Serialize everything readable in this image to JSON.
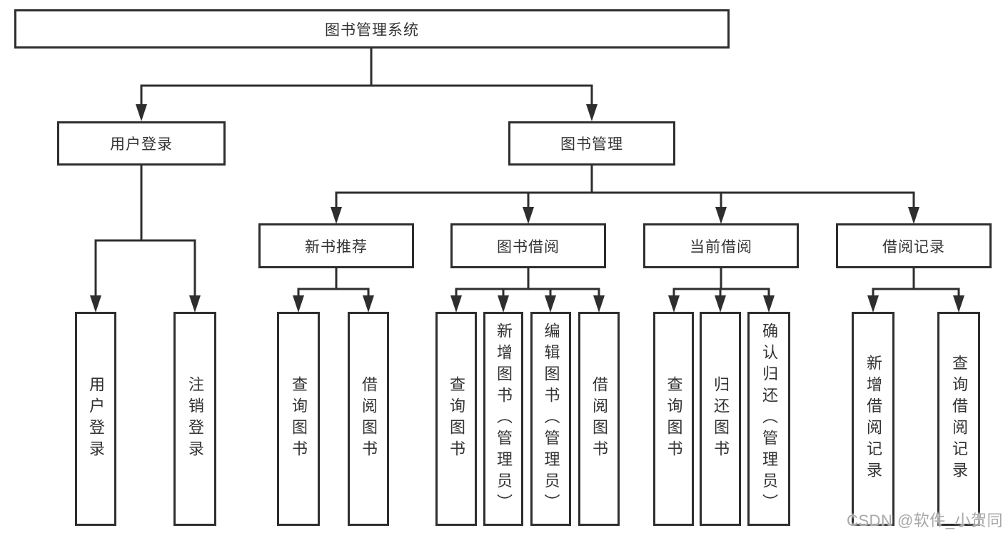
{
  "diagram": {
    "root": {
      "label": "图书管理系统"
    },
    "branches": [
      {
        "label": "用户登录",
        "children": [
          {
            "label": "用户登录"
          },
          {
            "label": "注销登录"
          }
        ]
      },
      {
        "label": "图书管理",
        "children": [
          {
            "label": "新书推荐",
            "children": [
              {
                "label": "查询图书"
              },
              {
                "label": "借阅图书"
              }
            ]
          },
          {
            "label": "图书借阅",
            "children": [
              {
                "label": "查询图书"
              },
              {
                "label": "新增图书（管理员）"
              },
              {
                "label": "编辑图书（管理员）"
              },
              {
                "label": "借阅图书"
              }
            ]
          },
          {
            "label": "当前借阅",
            "children": [
              {
                "label": "查询图书"
              },
              {
                "label": "归还图书"
              },
              {
                "label": "确认归还（管理员）"
              }
            ]
          },
          {
            "label": "借阅记录",
            "children": [
              {
                "label": "新增借阅记录"
              },
              {
                "label": "查询借阅记录"
              }
            ]
          }
        ]
      }
    ]
  },
  "icons": {
    "arrow_down_icon": "solid downward triangle (svg shape)"
  },
  "watermark": {
    "text": "CSDN @软件_小贺同学"
  },
  "colors": {
    "line": "#2e2e2e",
    "text": "#333333",
    "watermark": "#a8a8a8",
    "background": "#ffffff",
    "box_fill": "#ffffff"
  }
}
